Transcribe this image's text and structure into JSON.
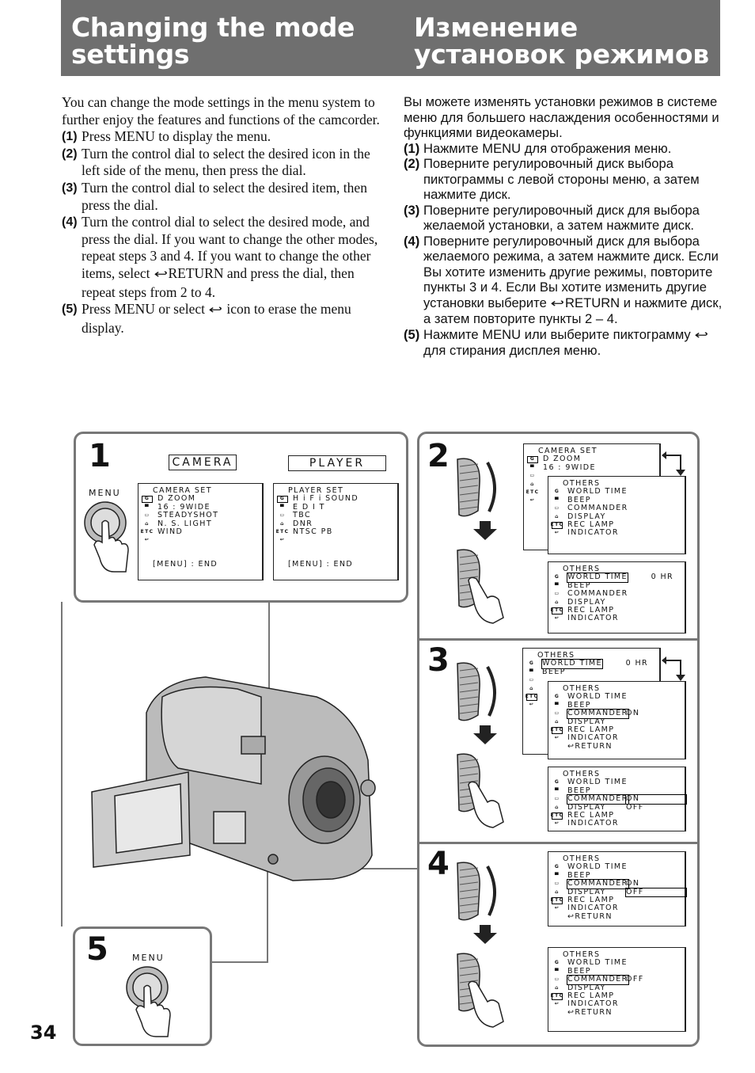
{
  "header": {
    "title_en": "Changing the mode settings",
    "title_ru": "Изменение установок режимов"
  },
  "en": {
    "intro": "You can change the mode settings in the menu system to further enjoy the features and functions of the camcorder.",
    "steps": [
      {
        "n": "(1)",
        "text": "Press MENU to display the menu."
      },
      {
        "n": "(2)",
        "text": "Turn the control dial to select the desired icon in the left side of the menu, then press the dial."
      },
      {
        "n": "(3)",
        "text": "Turn the control dial to select the desired item, then press the dial."
      },
      {
        "n": "(4)",
        "text": "Turn the control dial to select the desired mode, and press the dial. If you want to change the other modes, repeat steps 3 and 4. If you want to change the other items, select",
        "text_after": "RETURN and press the dial, then repeat steps from 2 to 4."
      },
      {
        "n": "(5)",
        "text": "Press MENU or select",
        "text_after": "icon to erase the menu display."
      }
    ]
  },
  "ru": {
    "intro": "Вы можете изменять установки режимов в системе меню для большего наслаждения особенностями и функциями видеокамеры.",
    "steps": [
      {
        "n": "(1)",
        "text": "Нажмите MENU для отображения меню."
      },
      {
        "n": "(2)",
        "text": "Поверните регулировочный диск выбора пиктограммы с левой стороны меню, а затем нажмите диск."
      },
      {
        "n": "(3)",
        "text": "Поверните регулировочный диск для выбора желаемой установки, а затем нажмите диск."
      },
      {
        "n": "(4)",
        "text": "Поверните регулировочный диск для выбора желаемого режима, а затем нажмите диск. Если Вы хотите изменить другие режимы,  повторите пункты 3 и 4. Если Вы хотите изменить другие установки выберите",
        "text_after": "RETURN и нажмите диск, а затем повторите пункты 2 – 4."
      },
      {
        "n": "(5)",
        "text": "Нажмите MENU или выберите пиктограмму",
        "text_after": "для стирания дисплея меню."
      }
    ]
  },
  "panels": {
    "p1": "1",
    "p2": "2",
    "p3": "3",
    "p4": "4",
    "p5": "5",
    "camera_label": "CAMERA",
    "player_label": "PLAYER",
    "menu_label": "MENU",
    "menu_label_5": "MENU"
  },
  "page_number": "34",
  "menus": [
    {
      "title": "CAMERA SET",
      "footer": "[MENU] : END",
      "sel": 0,
      "items": [
        {
          "t": "D ZOOM"
        },
        {
          "t": "16 : 9WIDE"
        },
        {
          "t": "STEADYSHOT"
        },
        {
          "t": "N. S. LIGHT"
        },
        {
          "t": "WIND"
        },
        {
          "t": ""
        }
      ]
    },
    {
      "title": "PLAYER SET",
      "footer": "[MENU] : END",
      "sel": 0,
      "items": [
        {
          "t": "H i F i SOUND"
        },
        {
          "t": "E D I T"
        },
        {
          "t": "TBC"
        },
        {
          "t": "DNR"
        },
        {
          "t": "NTSC  PB"
        },
        {
          "t": ""
        }
      ]
    },
    {
      "title": "CAMERA SET",
      "sel": 0,
      "items": [
        {
          "t": "D ZOOM"
        },
        {
          "t": "16 : 9WIDE"
        },
        {
          "t": ""
        },
        {
          "t": ""
        },
        {
          "t": ""
        },
        {
          "t": ""
        }
      ]
    },
    {
      "title": "OTHERS",
      "sel": 4,
      "items": [
        {
          "t": "WORLD TIME"
        },
        {
          "t": "BEEP"
        },
        {
          "t": "COMMANDER"
        },
        {
          "t": "DISPLAY"
        },
        {
          "t": "REC  LAMP"
        },
        {
          "t": "INDICATOR"
        }
      ]
    },
    {
      "title": "OTHERS",
      "sel": 4,
      "items": [
        {
          "t": "WORLD TIME",
          "hl": true,
          "v": "0  HR"
        },
        {
          "t": "BEEP"
        },
        {
          "t": "COMMANDER"
        },
        {
          "t": "DISPLAY"
        },
        {
          "t": "REC  LAMP"
        },
        {
          "t": "INDICATOR"
        }
      ]
    },
    {
      "title": "OTHERS",
      "sel": 4,
      "items": [
        {
          "t": "WORLD TIME",
          "hl": true,
          "v": "0  HR"
        },
        {
          "t": "BEEP"
        },
        {
          "t": ""
        },
        {
          "t": ""
        },
        {
          "t": ""
        },
        {
          "t": ""
        }
      ]
    },
    {
      "title": "OTHERS",
      "sel": 4,
      "items": [
        {
          "t": "WORLD TIME"
        },
        {
          "t": "BEEP"
        },
        {
          "t": "COMMANDER",
          "hl": true,
          "v2": "ON"
        },
        {
          "t": "DISPLAY"
        },
        {
          "t": "REC  LAMP"
        },
        {
          "t": "INDICATOR"
        },
        {
          "t": "RETURN",
          "ret": true
        }
      ]
    },
    {
      "title": "OTHERS",
      "sel": 4,
      "items": [
        {
          "t": "WORLD TIME"
        },
        {
          "t": "BEEP"
        },
        {
          "t": "COMMANDER",
          "hl": true,
          "v2": "ON",
          "v2hl": true
        },
        {
          "t": "DISPLAY",
          "v2": "OFF"
        },
        {
          "t": "REC  LAMP"
        },
        {
          "t": "INDICATOR"
        }
      ]
    },
    {
      "title": "OTHERS",
      "sel": 4,
      "items": [
        {
          "t": "WORLD TIME"
        },
        {
          "t": "BEEP"
        },
        {
          "t": "COMMANDER",
          "hl": true,
          "v2": "ON"
        },
        {
          "t": "DISPLAY",
          "v2": "OFF",
          "v2hl": true
        },
        {
          "t": "REC  LAMP"
        },
        {
          "t": "INDICATOR"
        },
        {
          "t": "RETURN",
          "ret": true
        }
      ]
    },
    {
      "title": "OTHERS",
      "sel": 4,
      "items": [
        {
          "t": "WORLD TIME"
        },
        {
          "t": "BEEP"
        },
        {
          "t": "COMMANDER",
          "hl": true,
          "v2": "OFF"
        },
        {
          "t": "DISPLAY"
        },
        {
          "t": "REC  LAMP"
        },
        {
          "t": "INDICATOR"
        },
        {
          "t": "RETURN",
          "ret": true
        }
      ]
    }
  ],
  "icons": [
    "camera-set-icon",
    "vcr-set-icon",
    "lcd-set-icon",
    "tape-set-icon",
    "etc-icon",
    "return-icon"
  ]
}
